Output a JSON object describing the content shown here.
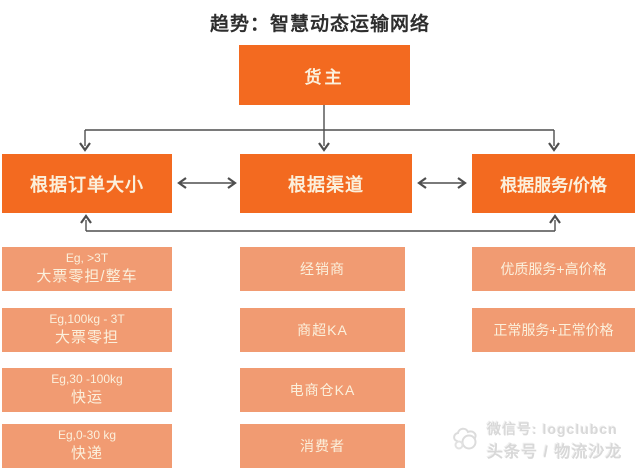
{
  "title": "趋势：智慧动态运输网络",
  "colors": {
    "primary": "#F36A20",
    "secondary": "#F19B72",
    "box_text": "#FBF0DC",
    "title_text": "#2E2E2E",
    "arrow": "#4E4E4E",
    "watermark": "#D8D8D8"
  },
  "nodes": {
    "root": {
      "label": "货主"
    },
    "level2": [
      {
        "label": "根据订单大小"
      },
      {
        "label": "根据渠道"
      },
      {
        "label": "根据服务/价格"
      }
    ]
  },
  "columns": {
    "order_size": [
      {
        "line1": "Eg, >3T",
        "line2": "大票零担/整车"
      },
      {
        "line1": "Eg,100kg - 3T",
        "line2": "大票零担"
      },
      {
        "line1": "Eg,30 -100kg",
        "line2": "快运"
      },
      {
        "line1": "Eg,0-30 kg",
        "line2": "快递"
      }
    ],
    "channel": [
      {
        "label": "经销商"
      },
      {
        "label": "商超KA"
      },
      {
        "label": "电商仓KA"
      },
      {
        "label": "消费者"
      }
    ],
    "service_price": [
      {
        "label": "优质服务+高价格"
      },
      {
        "label": "正常服务+正常价格"
      }
    ]
  },
  "watermark": {
    "icon": "bird-logo",
    "line1": "微信号: logclubcn",
    "line2": "头条号 / 物流沙龙"
  }
}
